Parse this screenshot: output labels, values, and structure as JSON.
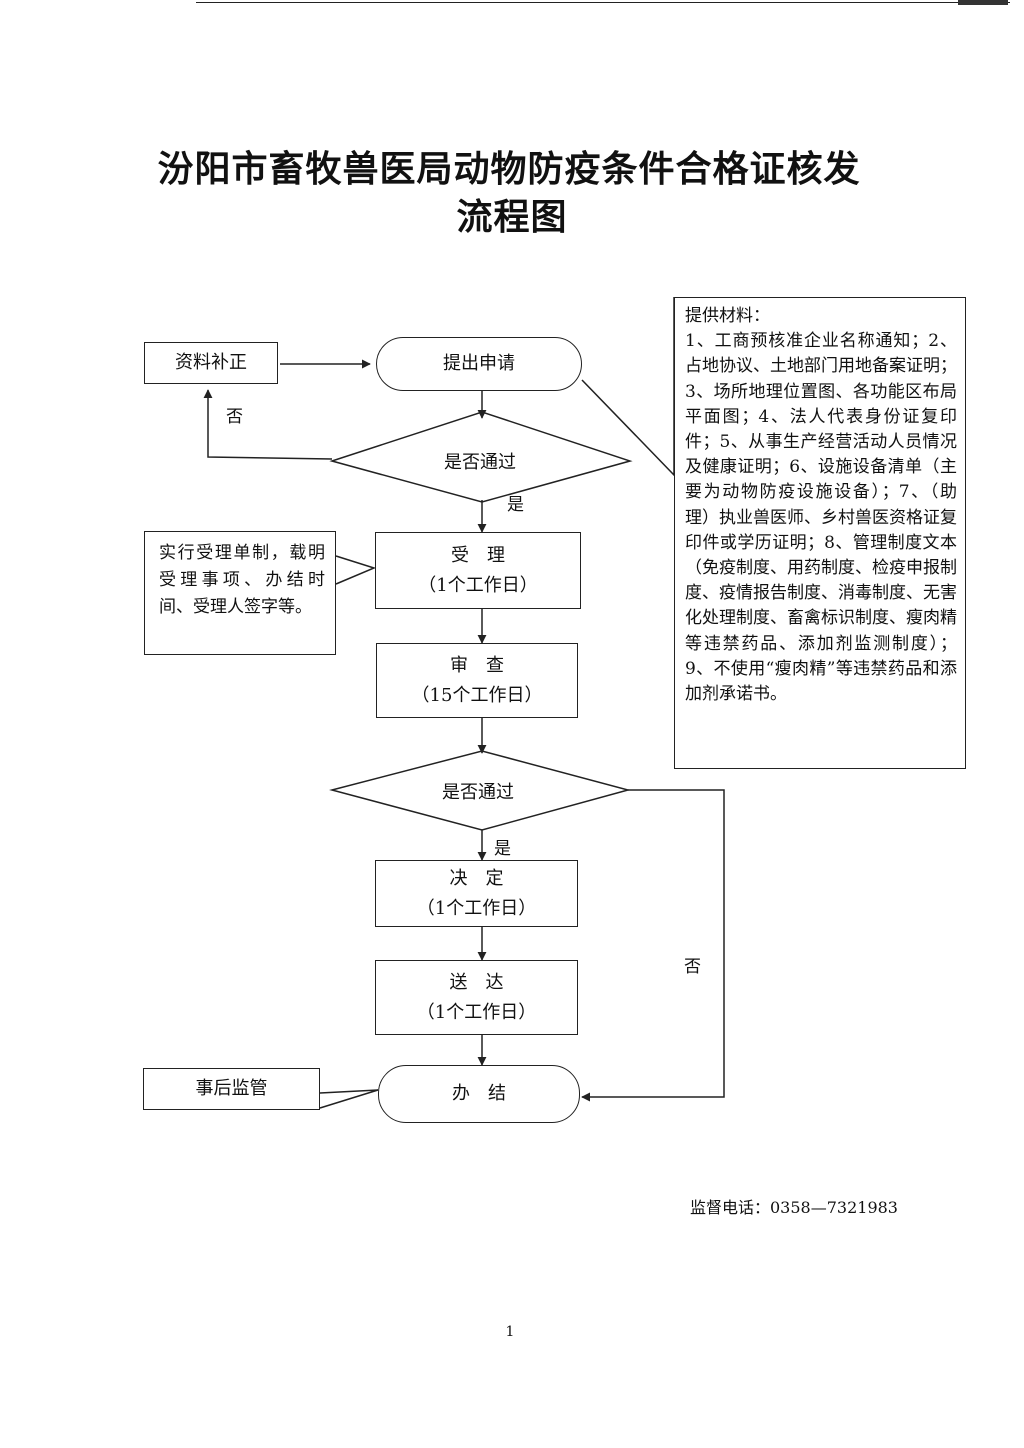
{
  "title": {
    "line1": "汾阳市畜牧兽医局动物防疫条件合格证核发",
    "line2": "流程图"
  },
  "nodes": {
    "apply": "提出申请",
    "supplement": "资料补正",
    "check1": "是否通过",
    "accept": {
      "name": "受　理",
      "time": "（1个工作日）"
    },
    "review": {
      "name": "审　查",
      "time": "（15个工作日）"
    },
    "check2": "是否通过",
    "decide": {
      "name": "决　定",
      "time": "（1个工作日）"
    },
    "deliver": {
      "name": "送　达",
      "time": "（1个工作日）"
    },
    "finish": "办　结",
    "supervise": "事后监管"
  },
  "labels": {
    "no1": "否",
    "yes1": "是",
    "yes2": "是",
    "no2": "否"
  },
  "notes": {
    "accept_note": "实行受理单制，载明受理事项、办结时间、受理人签字等。",
    "materials": "提供材料：\n1、工商预核准企业名称通知；2、占地协议、土地部门用地备案证明；3、场所地理位置图、各功能区布局平面图；4、法人代表身份证复印件；5、从事生产经营活动人员情况及健康证明；6、设施设备清单（主要为动物防疫设施设备）；7、（助理）执业兽医师、乡村兽医资格证复印件或学历证明；8、管理制度文本（免疫制度、用药制度、检疫申报制度、疫情报告制度、消毒制度、无害化处理制度、畜禽标识制度、瘦肉精等违禁药品、添加剂监测制度）；9、不使用“瘦肉精”等违禁药品和添加剂承诺书。"
  },
  "footer": {
    "phone": "监督电话：0358—7321983",
    "page": "1"
  }
}
